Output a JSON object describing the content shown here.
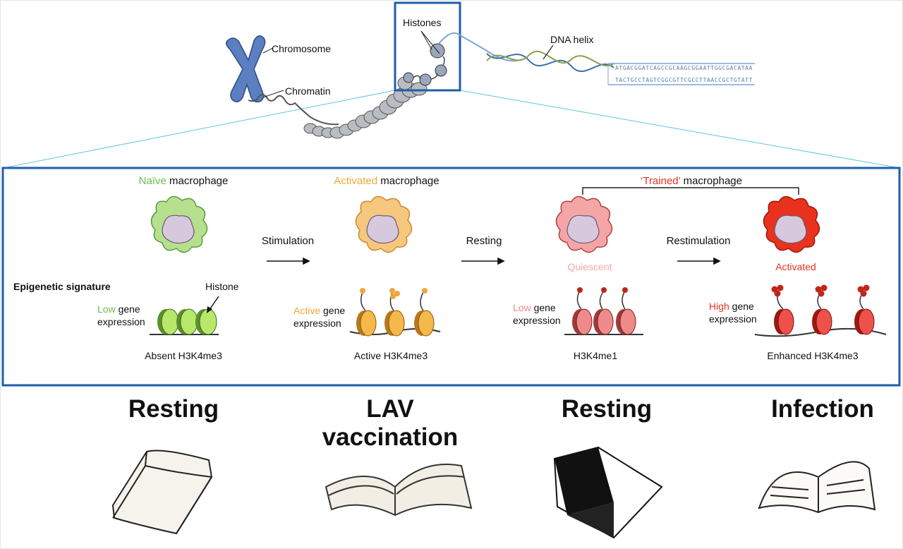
{
  "colors": {
    "frame_blue": "#1f5ea8",
    "naive_green": "#6abf4b",
    "activated_orange": "#f0a63a",
    "quiescent_pink": "#f08a8a",
    "activated_red": "#e8321e",
    "chromosome_blue": "#5b7fc0"
  },
  "top": {
    "chromosome_label": "Chromosome",
    "chromatin_label": "Chromatin",
    "histones_label": "Histones",
    "dna_label": "DNA helix",
    "sequence_top": "ATGACGGATCAGCCGCAAGCGGAATTGGCGACATAA",
    "sequence_bottom": "TACTGCCTAGTCGGCGTTCGCCTTAACCGCTGTATT"
  },
  "stages": [
    {
      "head_colored": "Naïve",
      "head_rest": " macrophage",
      "state": "",
      "expr_colored": "Low",
      "expr_rest": " gene",
      "expr_line2": "expression",
      "caption": "Absent H3K4me3"
    },
    {
      "head_colored": "Activated",
      "head_rest": " macrophage",
      "state": "",
      "expr_colored": "Active",
      "expr_rest": " gene",
      "expr_line2": "expression",
      "caption": "Active H3K4me3"
    },
    {
      "head_colored": "",
      "head_rest": "",
      "state": "Quiescent",
      "expr_colored": "Low",
      "expr_rest": " gene",
      "expr_line2": "expression",
      "caption": "H3K4me1"
    },
    {
      "head_colored": "",
      "head_rest": "",
      "state": "Activated",
      "expr_colored": "High",
      "expr_rest": " gene",
      "expr_line2": "expression",
      "caption": "Enhanced H3K4me3"
    }
  ],
  "trained": {
    "colored": "‘Trained’",
    "rest": " macrophage"
  },
  "arrows": [
    "Stimulation",
    "Resting",
    "Restimulation"
  ],
  "epigenetic_signature": "Epigenetic signature",
  "histone_label": "Histone",
  "bottom": [
    "Resting",
    "LAV\nvaccination",
    "Resting",
    "Infection"
  ]
}
